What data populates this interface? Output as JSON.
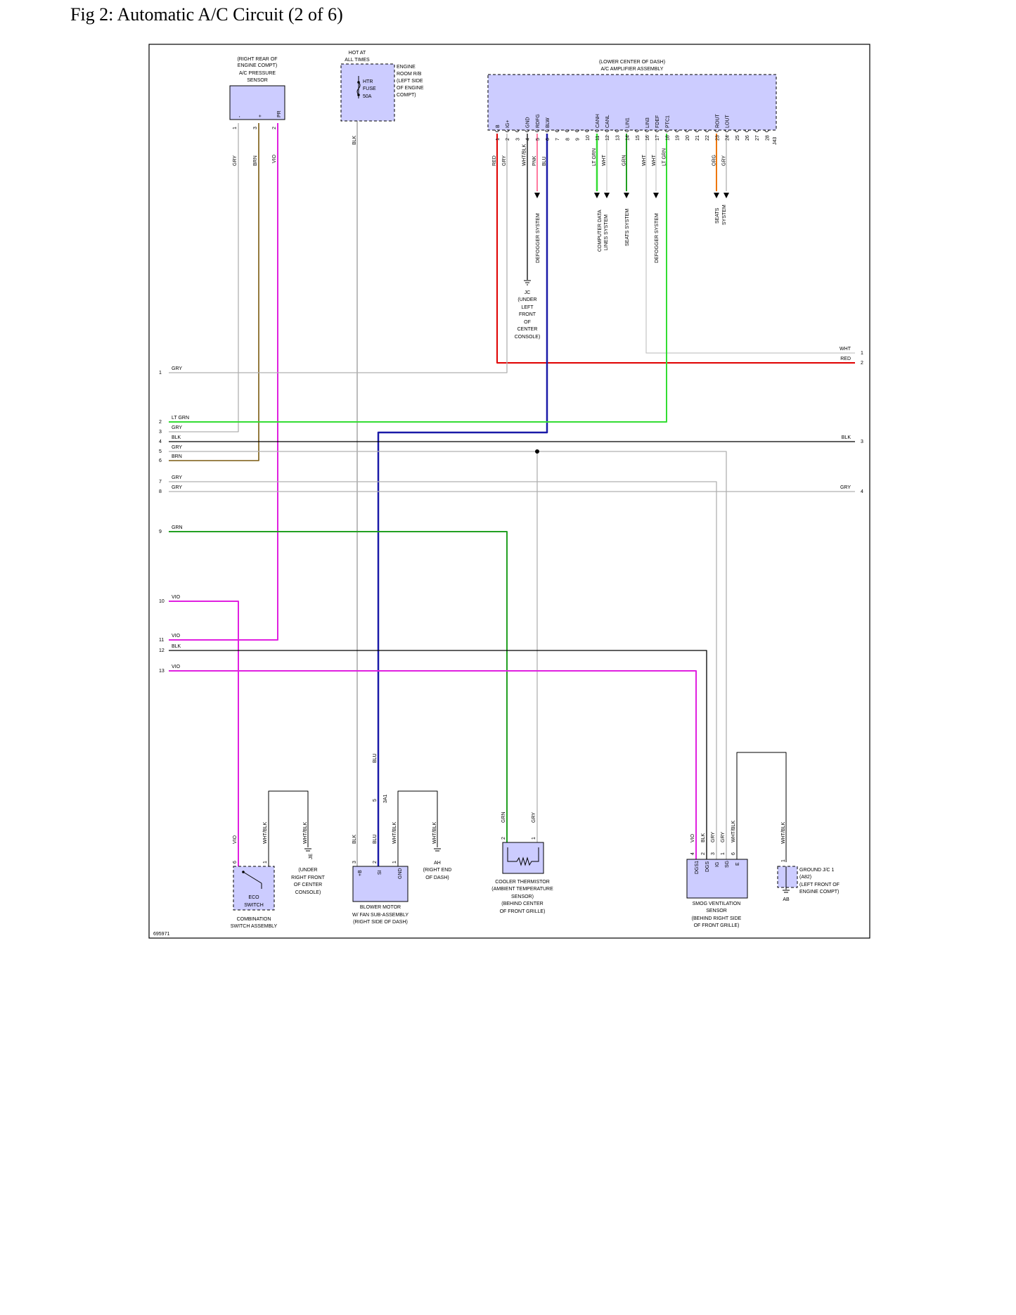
{
  "title": "Fig 2: Automatic A/C Circuit (2 of 6)",
  "diagram_id": "695971",
  "colors": {
    "GRY": "#b0b0b0",
    "BRN": "#7a5a10",
    "VIO": "#e020e0",
    "BLK": "#000000",
    "RED": "#e00000",
    "WHT": "#c8c8c8",
    "PNK": "#ff7aa0",
    "BLU": "#1a1aa8",
    "LT GRN": "#33dd33",
    "GRN": "#22a022",
    "ORG": "#ee7700",
    "component_fill": "#ccccff"
  },
  "components": {
    "pressure_sensor": {
      "location": [
        "(RIGHT REAR OF",
        "ENGINE COMPT)"
      ],
      "name": [
        "A/C PRESSURE",
        "SENSOR"
      ],
      "pin_labels": [
        "-",
        "+",
        "PR"
      ],
      "pin_numbers": [
        "1",
        "3",
        "2"
      ],
      "wires": [
        "GRY",
        "BRN",
        "VIO"
      ]
    },
    "fuse": {
      "hot_label": [
        "HOT AT",
        "ALL TIMES"
      ],
      "name": [
        "HTR",
        "FUSE",
        "50A"
      ],
      "location": [
        "ENGINE",
        "ROOM R/B",
        "(LEFT SIDE",
        "OF ENGINE",
        "COMPT)"
      ],
      "wire": "BLK"
    },
    "amplifier": {
      "location": "(LOWER CENTER OF DASH)",
      "name": "A/C AMPLIFIER ASSEMBLY",
      "pin_labels": {
        "1": "B",
        "2": "IG+",
        "4": "GND",
        "5": "RDFG",
        "6": "BLW",
        "11": "CANH",
        "12": "CANL",
        "14": "LIN1",
        "16": "LIN3",
        "17": "FDEF",
        "18": "PTC1",
        "23": "ROUT",
        "24": "LOUT"
      },
      "pin_numbers": [
        "1",
        "2",
        "3",
        "4",
        "5",
        "6",
        "7",
        "8",
        "9",
        "10",
        "11",
        "12",
        "13",
        "14",
        "15",
        "16",
        "17",
        "18",
        "19",
        "20",
        "21",
        "22",
        "23",
        "24",
        "25",
        "26",
        "27",
        "28"
      ],
      "connector": "J43",
      "wires": {
        "1": "RED",
        "2": "GRY",
        "4": "WHT/BLK",
        "5": "PNK",
        "6": "BLU",
        "11": "LT GRN",
        "12": "WHT",
        "14": "GRN",
        "16": "WHT",
        "17": "WHT",
        "18": "LT GRN",
        "23": "ORG",
        "24": "GRY"
      },
      "arrows": [
        "DEFOGGER SYSTEM",
        "COMPUTER DATA",
        "LINES SYSTEM",
        "SEATS SYSTEM",
        "DEFOGGER SYSTEM",
        "SEATS",
        "SYSTEM"
      ]
    },
    "ground_jc": {
      "name": "JC",
      "location": [
        "(UNDER",
        "LEFT",
        "FRONT",
        "OF",
        "CENTER",
        "CONSOLE)"
      ]
    },
    "eco_switch": {
      "name": [
        "ECO",
        "SWITCH"
      ],
      "assembly": [
        "COMBINATION",
        "SWITCH ASSEMBLY"
      ],
      "pin_numbers": [
        "6",
        "1"
      ],
      "wires": [
        "VIO",
        "WHT/BLK",
        "WHT/BLK"
      ],
      "ground_name": "JE",
      "ground_location": [
        "(UNDER",
        "RIGHT FRONT",
        "OF CENTER",
        "CONSOLE)"
      ]
    },
    "blower": {
      "pin_labels": [
        "+B",
        "SI",
        "GND"
      ],
      "pin_numbers": [
        "3",
        "2",
        "1"
      ],
      "wires": [
        "BLK",
        "BLU",
        "WHT/BLK",
        "WHT/BLK"
      ],
      "splice_pin": "5",
      "splice_conn": "3A1",
      "name": [
        "BLOWER MOTOR",
        "W/ FAN SUB-ASSEMBLY",
        "(RIGHT SIDE OF DASH)"
      ],
      "ground_name": "AH",
      "ground_location": [
        "(RIGHT END",
        "OF DASH)"
      ],
      "wire_above": "BLU"
    },
    "thermistor": {
      "pin_numbers": [
        "2",
        "1"
      ],
      "wires": [
        "GRN",
        "GRY"
      ],
      "name": [
        "COOLER THERMISTOR",
        "(AMBIENT TEMPERATURE",
        "SENSOR)",
        "(BEHIND CENTER",
        "OF FRONT GRILLE)"
      ]
    },
    "smog": {
      "pin_numbers": [
        "4",
        "2",
        "3",
        "1",
        "6"
      ],
      "pin_labels": [
        "DGS1",
        "DGS",
        "IG",
        "SG",
        "E"
      ],
      "wires": [
        "VIO",
        "BLK",
        "GRY",
        "GRY",
        "WHT/BLK"
      ],
      "name": [
        "SMOG VENTILATION",
        "SENSOR",
        "(BEHIND RIGHT SIDE",
        "OF FRONT GRILLE)"
      ]
    },
    "ground_jc1": {
      "wire": "WHT/BLK",
      "pin": "1",
      "name": "GROUND J/C 1",
      "detail": [
        "(A82)",
        "(LEFT FRONT OF",
        "ENGINE COMPT)"
      ],
      "ground_name": "AB"
    }
  },
  "left_connector": {
    "pins": [
      "1",
      "2",
      "3",
      "4",
      "5",
      "6",
      "7",
      "8",
      "9",
      "10",
      "11",
      "12",
      "13"
    ],
    "wires": [
      "GRY",
      "LT GRN",
      "GRY",
      "BLK",
      "GRY",
      "BRN",
      "GRY",
      "GRY",
      "GRN",
      "VIO",
      "VIO",
      "BLK",
      "VIO"
    ]
  },
  "right_connector": {
    "pins": [
      "1",
      "2",
      "3",
      "4"
    ],
    "wires": [
      "WHT",
      "RED",
      "BLK",
      "GRY"
    ]
  }
}
